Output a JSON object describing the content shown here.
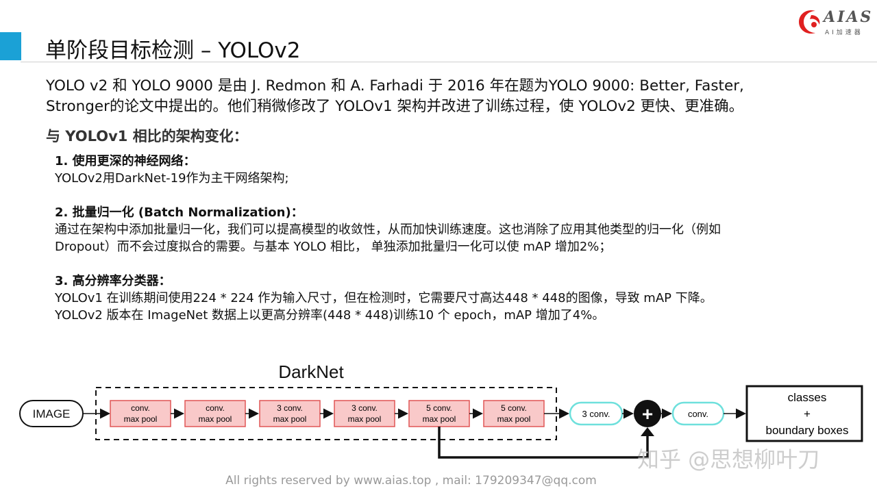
{
  "title": "单阶段目标检测 – YOLOv2",
  "logo": {
    "text": "AIAS",
    "subtext": "AI加速器",
    "icon": "dragon-logo-icon",
    "color": "#e02020"
  },
  "intro": [
    "YOLO v2 和 YOLO 9000 是由 J. Redmon 和 A. Farhadi 于 2016 年在题为YOLO 9000: Better, Faster,",
    "Stronger的论文中提出的。他们稍微修改了 YOLOv1 架构并改进了训练过程，使 YOLOv2 更快、更准确。"
  ],
  "section_heading": "与 YOLOv1 相比的架构变化：",
  "items": [
    {
      "title": "1. 使用更深的神经网络：",
      "lines": [
        "YOLOv2用DarkNet-19作为主干网络架构;"
      ]
    },
    {
      "title": "2.  批量归一化 (Batch Normalization)：",
      "lines": [
        "通过在架构中添加批量归一化，我们可以提高模型的收敛性，从而加快训练速度。这也消除了应用其他类型的归一化（例如",
        "Dropout）而不会过度拟合的需要。与基本  YOLO 相比，  单独添加批量归一化可以使  mAP 增加2%；"
      ]
    },
    {
      "title": "3. 高分辨率分类器：",
      "lines": [
        "YOLOv1 在训练期间使用224  * 224 作为输入尺寸，但在检测时，它需要尺寸高达448  * 448的图像，导致  mAP 下降。",
        "YOLOv2 版本在 ImageNet 数据上以更高分辨率(448  * 448)训练10  个 epoch，mAP 增加了4%。"
      ]
    }
  ],
  "diagram": {
    "darknet_label": "DarkNet",
    "input_label": "IMAGE",
    "blocks": [
      {
        "line1": "conv.",
        "line2": "max pool"
      },
      {
        "line1": "conv.",
        "line2": "max pool"
      },
      {
        "line1": "3 conv.",
        "line2": "max pool"
      },
      {
        "line1": "3 conv.",
        "line2": "max pool"
      },
      {
        "line1": "5 conv.",
        "line2": "max pool"
      },
      {
        "line1": "5 conv.",
        "line2": "max pool"
      }
    ],
    "conv3_label": "3 conv.",
    "plus_label": "+",
    "conv_label": "conv.",
    "output_line1": "classes",
    "output_line2": "+",
    "output_line3": "boundary boxes",
    "block_fill": "#f9c9c9",
    "block_stroke": "#e05555",
    "oval_stroke": "#6ee0dc"
  },
  "footer": "All rights reserved by www.aias.top , mail: 179209347@qq.com",
  "watermark": "知乎 @思想柳叶刀",
  "accent_color": "#1ba1d6"
}
